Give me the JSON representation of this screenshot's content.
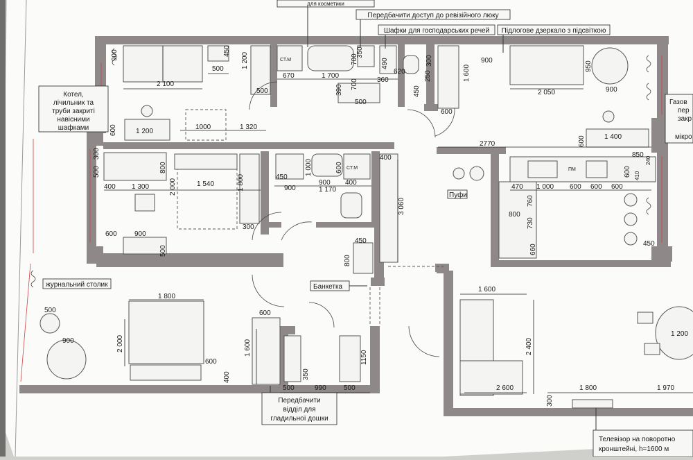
{
  "annotations": {
    "top_cut": "для косметики",
    "revision_hatch": "Передбачити доступ до ревізійного люку",
    "utility_cabinets": "Шафки для господарських речей",
    "floor_mirror": "Підлогове дзеркало з підсвіткою",
    "boiler_line1": "Котел,",
    "boiler_line2": "лічильник та",
    "boiler_line3": "труби закриті",
    "boiler_line4": "навісними",
    "boiler_line5": "шафками",
    "gas_line1": "Газов",
    "gas_line2": "пер",
    "gas_line3": "закр",
    "microwave": "мікро",
    "poufs": "Пуфи",
    "bench": "Банкетка",
    "coffee_table": "журнальний столик",
    "ironing_line1": "Передбачити",
    "ironing_line2": "відділ для",
    "ironing_line3": "гладильної дошки",
    "tv_line1": "Телевізор на поворотно",
    "tv_line2": "кронштейні, h=1600 м"
  },
  "labels": {
    "wm1": "СТ.М",
    "wm2": "СТ.М",
    "pm": "ПМ"
  },
  "dimensions": {
    "d_900a": "900",
    "d_450a": "450",
    "d_500a": "500",
    "d_1200a": "1 200",
    "d_2100": "2 100",
    "d_500b": "500",
    "d_670": "670",
    "d_1700": "1 700",
    "d_350a": "350",
    "d_700a": "700",
    "d_700b": "700",
    "d_390": "390",
    "d_500c": "500",
    "d_490": "490",
    "d_620": "620",
    "d_360": "360",
    "d_300a": "300",
    "d_450b": "450",
    "d_250": "250",
    "d_1600a": "1 600",
    "d_900b": "900",
    "d_950": "950",
    "d_2050": "2 050",
    "d_900c": "900",
    "d_600a": "600",
    "d_1000a": "1000",
    "d_1320": "1 320",
    "d_1200b": "1 200",
    "d_600b": "600",
    "d_2770": "2770",
    "d_600c": "600",
    "d_1400": "1 400",
    "d_850": "850",
    "d_240": "240",
    "d_500d": "500",
    "d_300b": "300",
    "d_800a": "800",
    "d_400a": "400",
    "d_1300": "1 300",
    "d_2000a": "2 000",
    "d_1540": "1 540",
    "d_1800a": "1 800",
    "d_300c": "300",
    "d_450c": "450",
    "d_1000b": "1 000",
    "d_600d": "600",
    "d_900d": "900",
    "d_400b": "400",
    "d_900e": "900",
    "d_1170": "1 170",
    "d_400c": "400",
    "d_3060": "3 060",
    "d_600e": "600",
    "d_410": "410",
    "d_470": "470",
    "d_1000c": "1 000",
    "d_600f": "600",
    "d_600g": "600",
    "d_600h": "600",
    "d_800b": "800",
    "d_760": "760",
    "d_730": "730",
    "d_660": "660",
    "d_450d": "450",
    "d_600i": "600",
    "d_900f": "900",
    "d_500e": "500",
    "d_450e": "450",
    "d_800c": "800",
    "d_500f": "500",
    "d_900g": "900",
    "d_1800b": "1 800",
    "d_2000b": "2 000",
    "d_600j": "600",
    "d_400d": "400",
    "d_600k": "600",
    "d_1600b": "1 600",
    "d_350b": "350",
    "d_1150": "1150",
    "d_500g": "500",
    "d_990": "990",
    "d_500h": "500",
    "d_1600c": "1 600",
    "d_2400": "2 400",
    "d_2600": "2 600",
    "d_1800c": "1 800",
    "d_1970": "1 970",
    "d_300d": "300",
    "d_1200c": "1 200"
  }
}
